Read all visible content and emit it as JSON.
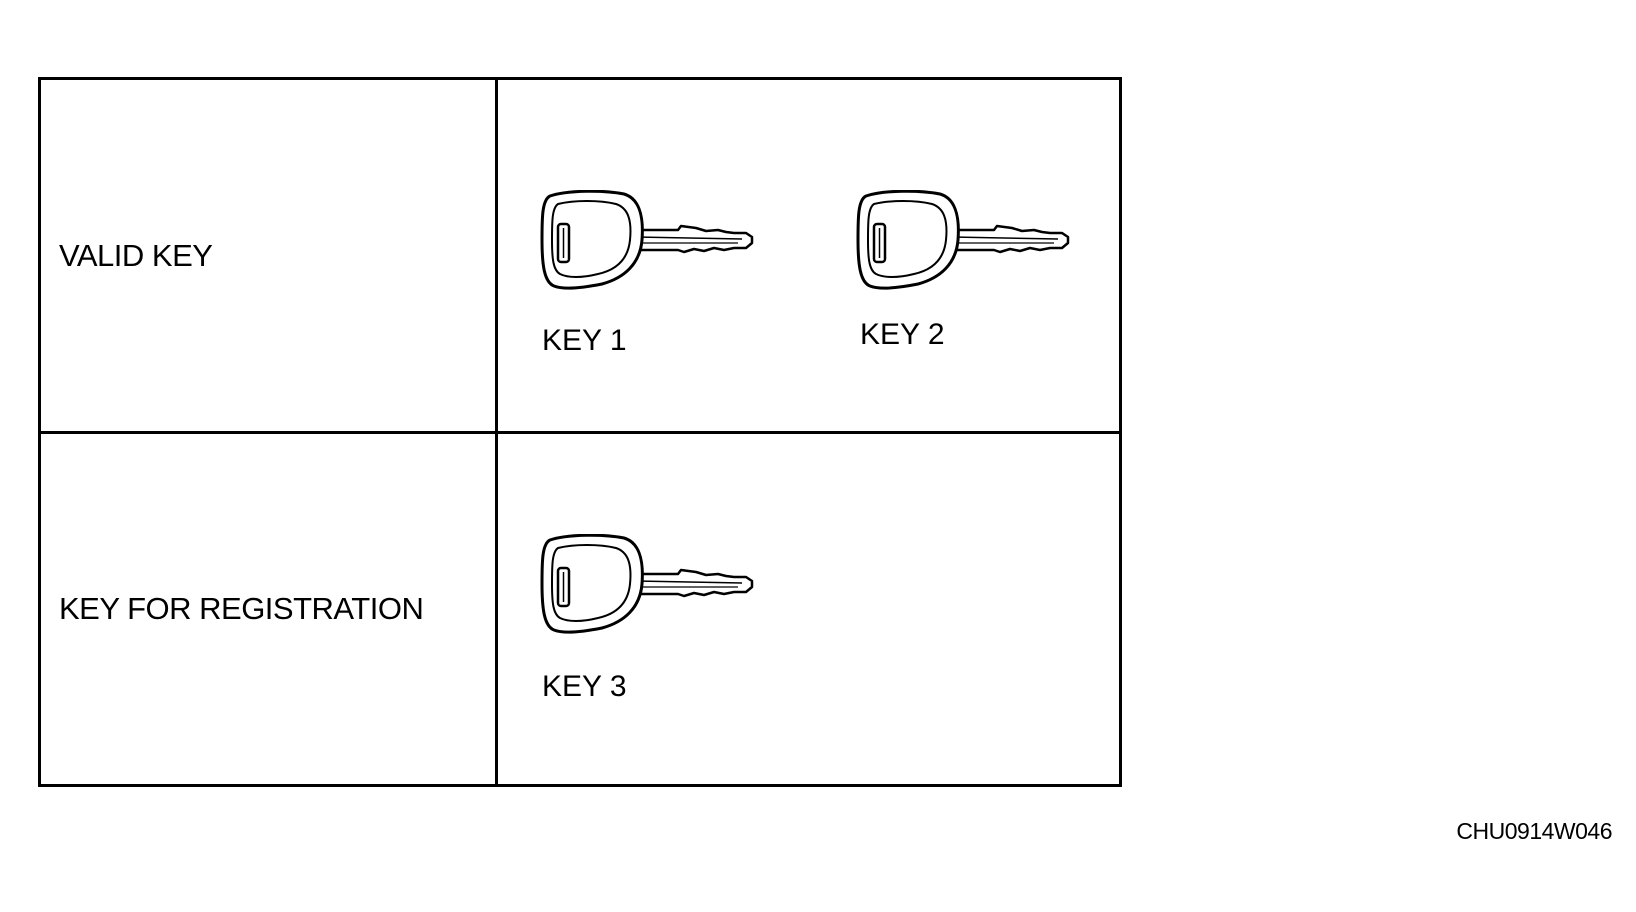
{
  "table": {
    "rows": [
      {
        "label": "VALID KEY",
        "keys": [
          {
            "name": "KEY 1",
            "icon": "key-icon"
          },
          {
            "name": "KEY 2",
            "icon": "key-icon"
          }
        ]
      },
      {
        "label": "KEY FOR REGISTRATION",
        "keys": [
          {
            "name": "KEY 3",
            "icon": "key-icon"
          }
        ]
      }
    ]
  },
  "figure_code": "CHU0914W046"
}
